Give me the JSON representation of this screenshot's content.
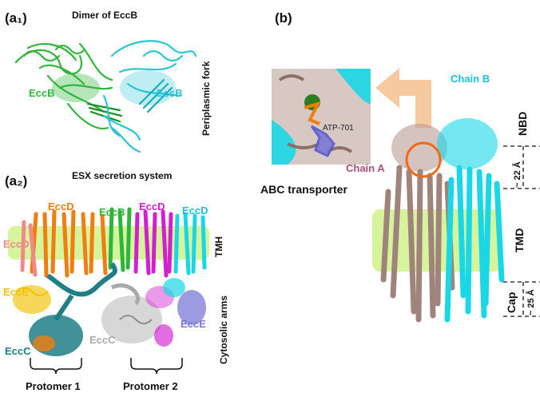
{
  "panel_a1": {
    "tag": "(a₁)",
    "title": "Dimer of EccB",
    "label_left": "EccB",
    "label_right": "EccB",
    "side_label": "Periplasmic  fork"
  },
  "panel_a2": {
    "tag": "(a₂)",
    "title": "ESX secretion system",
    "labels": {
      "eccd_orange": "EccD",
      "eccb_green": "EccB",
      "eccd_magenta": "EccD",
      "eccd_cyan": "EccD",
      "eccd_pink": "EccD",
      "ecce_yellow": "EccE",
      "ecce_blue": "EccE",
      "eccc_teal": "EccC",
      "eccc_gray": "EccC"
    },
    "side_tmh": "TMH",
    "side_cyto": "Cytosolic arms",
    "protomer1": "Protomer 1",
    "protomer2": "Protomer 2"
  },
  "panel_b": {
    "tag": "(b)",
    "chain_b": "Chain B",
    "chain_a": "Chain A",
    "atp": "ATP-701",
    "abc": "ABC transporter",
    "nbd": "NBD",
    "tmd": "TMD",
    "cap": "Cap",
    "dist22": "~ 22 Å",
    "dist25": "~ 25 Å"
  },
  "colors": {
    "eccb_green": "#2fb53a",
    "eccb_cyan": "#29c4d4",
    "eccd_orange": "#f07d0d",
    "eccd_magenta": "#d21fd0",
    "eccd_cyan": "#19d7e6",
    "eccd_pink": "#f08a8a",
    "ecce_yellow": "#f2c200",
    "ecce_blue": "#7b78d6",
    "eccc_teal": "#207f86",
    "eccc_gray": "#a9a9a9",
    "chain_a": "#a0837a",
    "chain_b": "#19d7e6",
    "membrane": "#c8f07a",
    "arrow": "#f7c9a0",
    "circle": "#f06b14",
    "chain_a_text": "#a8507a"
  }
}
